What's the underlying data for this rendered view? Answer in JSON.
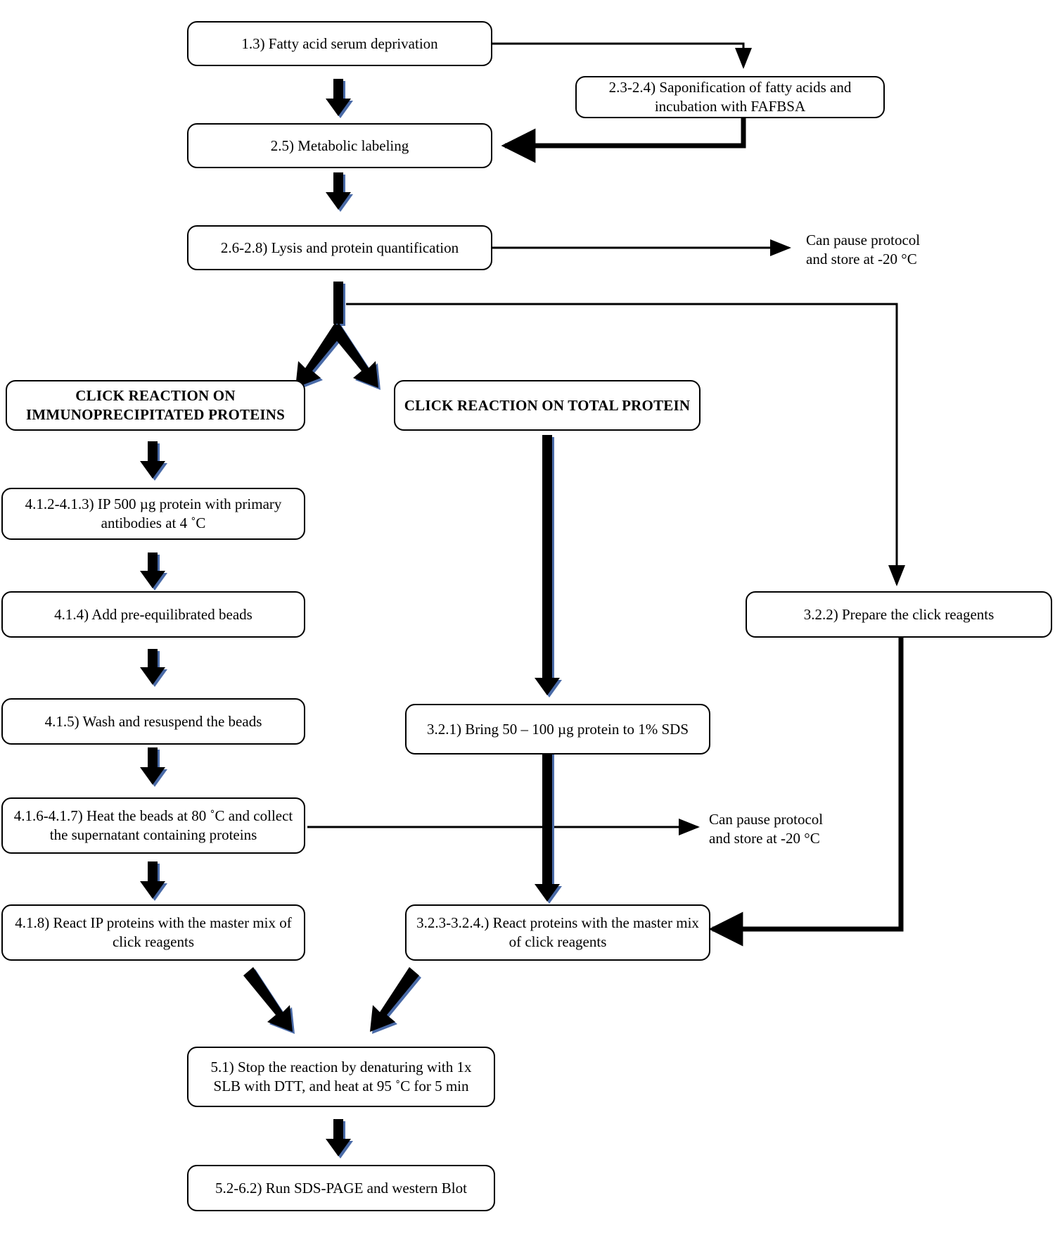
{
  "diagram": {
    "title": "Metabolic labeling and click chemistry protocol workflow",
    "type": "flowchart",
    "colors": {
      "stroke": "#000000",
      "background": "#ffffff",
      "arrow_fill": "#000000",
      "arrow_shade": "#4a6ba8"
    }
  },
  "nodes": {
    "n1_fatty_acid_serum_deprivation": "1.3) Fatty acid serum deprivation",
    "n2_saponification": "2.3-2.4) Saponification of fatty acids and incubation with FAFBSA",
    "n3_metabolic_labeling": "2.5) Metabolic labeling",
    "n4_lysis_quantification": "2.6-2.8) Lysis and protein quantification",
    "n5_header_ip": "CLICK REACTION ON IMMUNOPRECIPITATED PROTEINS",
    "n6_header_total": "CLICK REACTION ON TOTAL PROTEIN",
    "n7_ip_500ug": "4.1.2-4.1.3) IP 500 µg protein with primary antibodies at 4 ˚C",
    "n8_add_beads": "4.1.4) Add pre-equilibrated beads",
    "n9_wash_beads": "4.1.5) Wash and resuspend the beads",
    "n10_heat_beads": "4.1.6-4.1.7) Heat the beads at 80 ˚C and collect the supernatant containing proteins",
    "n11_react_ip": "4.1.8) React IP proteins with the master mix of click reagents",
    "n12_bring_sds": "3.2.1) Bring 50 – 100 µg protein to 1% SDS",
    "n13_prepare_click_reagents": "3.2.2) Prepare the click reagents",
    "n14_react_total": "3.2.3-3.2.4.) React proteins with the master mix of click reagents",
    "n15_stop_reaction": "5.1) Stop the reaction by denaturing with 1x SLB with DTT, and heat at 95 ˚C for 5 min",
    "n16_run_sds_page": "5.2-6.2) Run SDS-PAGE and western Blot"
  },
  "annotations": {
    "pause_top": "Can pause protocol\nand store at -20 °C",
    "pause_mid": "Can pause protocol\nand store at -20 °C"
  }
}
